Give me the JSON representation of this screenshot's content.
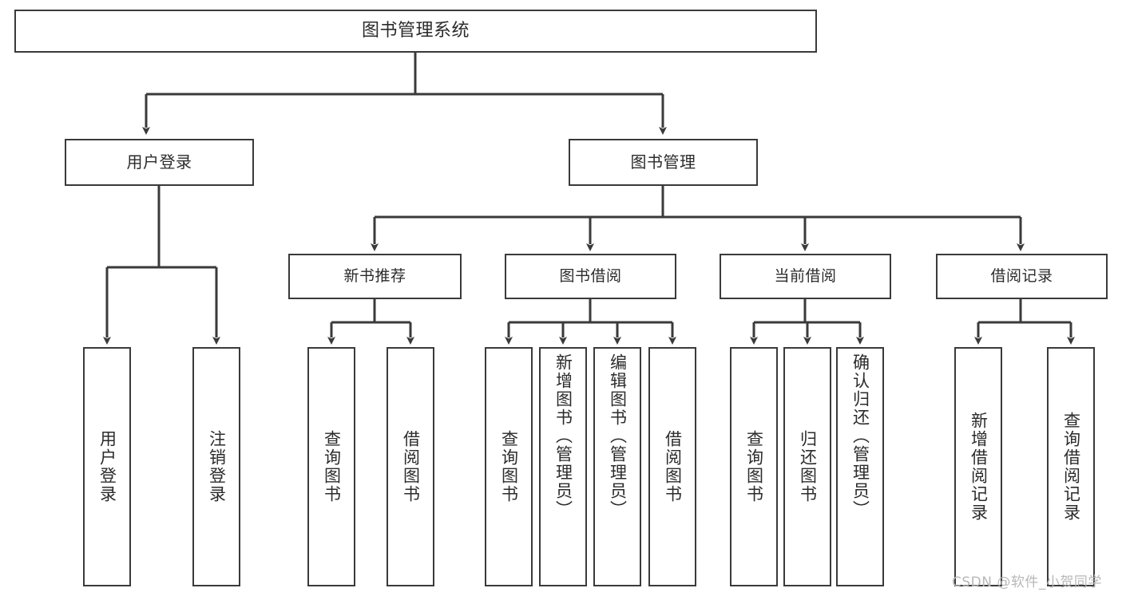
{
  "diagram": {
    "title": "图书管理系统",
    "type": "tree",
    "root": {
      "label": "图书管理系统"
    },
    "level2": [
      {
        "label": "用户登录"
      },
      {
        "label": "图书管理"
      }
    ],
    "level3": [
      {
        "label": "新书推荐"
      },
      {
        "label": "图书借阅"
      },
      {
        "label": "当前借阅"
      },
      {
        "label": "借阅记录"
      }
    ],
    "leaves": {
      "user_login": [
        {
          "label": "用户登录"
        },
        {
          "label": "注销登录"
        }
      ],
      "new_book_recommend": [
        {
          "label": "查询图书"
        },
        {
          "label": "借阅图书"
        }
      ],
      "book_borrow": [
        {
          "label": "查询图书"
        },
        {
          "label": "新增图书（管理员）"
        },
        {
          "label": "编辑图书（管理员）"
        },
        {
          "label": "借阅图书"
        }
      ],
      "current_borrow": [
        {
          "label": "查询图书"
        },
        {
          "label": "归还图书"
        },
        {
          "label": "确认归还（管理员）"
        }
      ],
      "borrow_record": [
        {
          "label": "新增借阅记录"
        },
        {
          "label": "查询借阅记录"
        }
      ]
    }
  },
  "watermark": {
    "text": "CSDN @软件_小贺同学"
  },
  "colors": {
    "stroke": "#3a3a3a",
    "text": "#2b2b2b",
    "background": "#ffffff",
    "watermark": "#b8b8b8"
  }
}
